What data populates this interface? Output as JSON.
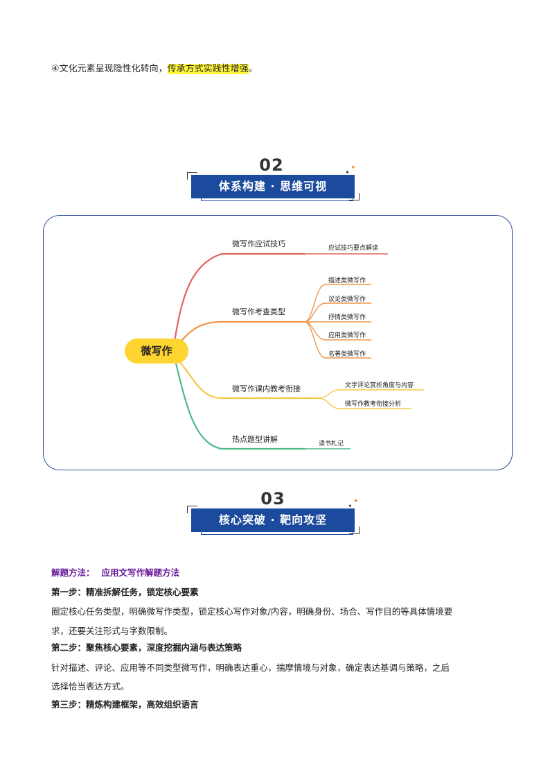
{
  "intro": {
    "prefix": "④文化元素呈现隐性化转向，",
    "highlight": "传承方式实践性增强",
    "suffix": "。"
  },
  "section2": {
    "number": "02",
    "title": "体系构建 · 思维可视"
  },
  "mindmap": {
    "center": "微写作",
    "branches": [
      {
        "label": "微写作应试技巧",
        "color": "#e0645a",
        "children": [
          "应试技巧要点解读"
        ]
      },
      {
        "label": "微写作考查类型",
        "color": "#f0964a",
        "children": [
          "描述类微写作",
          "议论类微写作",
          "抒情类微写作",
          "应用类微写作",
          "名著类微写作"
        ]
      },
      {
        "label": "微写作课内教考衔接",
        "color": "#f5c842",
        "children": [
          "文学评论赏析角度与内容",
          "微写作教考衔接分析"
        ]
      },
      {
        "label": "热点题型讲解",
        "color": "#4cba86",
        "children": [
          "读书札记"
        ]
      }
    ]
  },
  "section3": {
    "number": "03",
    "title": "核心突破 · 靶向攻坚"
  },
  "method": {
    "heading_label": "解题方法：",
    "heading_value": "应用文写作解题方法",
    "step1_title": "第一步：精准拆解任务，锁定核心要素",
    "step1_body_l1": "圈定核心任务类型，明确微写作类型，锁定核心写作对象/内容，明确身份、场合、写作目的等具体情境要",
    "step1_body_l2": "求，还要关注形式与字数限制。",
    "step2_title": "第二步：聚焦核心要素，深度挖掘内涵与表达策略",
    "step2_body_l1": "针对描述、评论、应用等不同类型微写作，明确表达重心，揣摩情境与对象，确定表达基调与策略，之后",
    "step2_body_l2": "选择恰当表达方式。",
    "step3_title": "第三步：精炼构建框架，高效组织语言"
  }
}
